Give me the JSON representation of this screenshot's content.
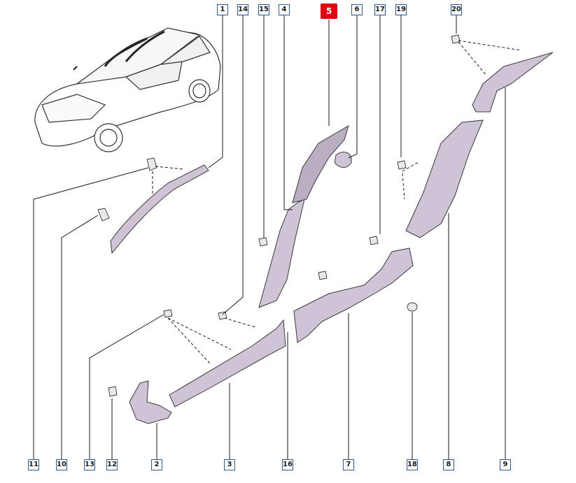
{
  "diagram": {
    "highlight_color": "#e00012",
    "callout_border_color": "#2e5c8a",
    "part_fill_color": "#cfc4d6",
    "highlighted_callout": "5",
    "callouts": {
      "c1": "1",
      "c2": "2",
      "c3": "3",
      "c4": "4",
      "c5": "5",
      "c6": "6",
      "c7": "7",
      "c8": "8",
      "c9": "9",
      "c10": "10",
      "c11": "11",
      "c12": "12",
      "c13": "13",
      "c14": "14",
      "c15": "15",
      "c16": "16",
      "c17": "17",
      "c18": "18",
      "c19": "19",
      "c20": "20"
    }
  }
}
